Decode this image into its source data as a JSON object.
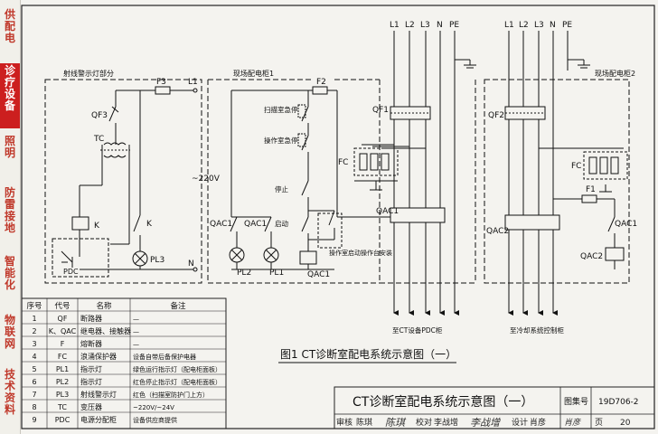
{
  "sidebar": {
    "categories": [
      {
        "label": "供配电",
        "active": false
      },
      {
        "label": "诊疗设备",
        "active": true
      },
      {
        "label": "照明",
        "active": false
      },
      {
        "label": "防雷接地",
        "active": false
      },
      {
        "label": "智能化",
        "active": false
      },
      {
        "label": "物联网",
        "active": false
      },
      {
        "label": "技术资料",
        "active": false
      }
    ]
  },
  "diagram": {
    "caption": "图1  CT诊断室配电系统示意图（一）",
    "sections": {
      "warning_lamp": "射线警示灯部分",
      "cabinet1": "现场配电柜1",
      "cabinet2": "现场配电柜2"
    },
    "labels": {
      "f3": "F3",
      "l1": "L1",
      "n_left": "N",
      "qf3": "QF3",
      "tc": "TC",
      "k_relay": "K",
      "k_contact": "K",
      "pdc_box": "PDC",
      "pl3": "PL3",
      "voltage": "~220V",
      "f2": "F2",
      "scan_stop": "扫描室急停",
      "op_stop": "操作室急停",
      "stop": "停止",
      "start": "启动",
      "qac1_a": "QAC1",
      "qac1_b": "QAC1",
      "qac1_coil": "QAC1",
      "pl2": "PL2",
      "pl1": "PL1",
      "ext_note": "操作室启动操作台安装",
      "bus1_l1": "L1",
      "bus1_l2": "L2",
      "bus1_l3": "L3",
      "bus1_n": "N",
      "bus1_pe": "PE",
      "bus2_l1": "L1",
      "bus2_l2": "L2",
      "bus2_l3": "L3",
      "bus2_n": "N",
      "bus2_pe": "PE",
      "qf1": "QF1",
      "fc1": "FC",
      "qac1_main": "QAC1",
      "out1": "至CT设备PDC柜",
      "qf2": "QF2",
      "fc2": "FC",
      "f1": "F1",
      "qac1_r": "QAC1",
      "qac2_main": "QAC2",
      "qac2_coil": "QAC2",
      "out2": "至冷却系统控制柜"
    }
  },
  "legend_table": {
    "headers": [
      "序号",
      "代号",
      "名称",
      "备注"
    ],
    "rows": [
      [
        "1",
        "QF",
        "断路器",
        "—"
      ],
      [
        "2",
        "K、QAC",
        "继电器、接触器",
        "—"
      ],
      [
        "3",
        "F",
        "熔断器",
        "—"
      ],
      [
        "4",
        "FC",
        "浪涌保护器",
        "设备自带后备保护电器"
      ],
      [
        "5",
        "PL1",
        "指示灯",
        "绿色运行指示灯（配电柜面板）"
      ],
      [
        "6",
        "PL2",
        "指示灯",
        "红色停止指示灯（配电柜面板）"
      ],
      [
        "7",
        "PL3",
        "射线警示灯",
        "红色（扫描室防护门上方）"
      ],
      [
        "8",
        "TC",
        "变压器",
        "~220V/~24V"
      ],
      [
        "9",
        "PDC",
        "电源分配柜",
        "设备供应商提供"
      ]
    ]
  },
  "title_block": {
    "title": "CT诊断室配电系统示意图（一）",
    "atlas_label": "图集号",
    "atlas_no": "19D706-2",
    "review_label": "审核",
    "reviewer": "陈琪",
    "reviewer_sig": "陈琪",
    "check_label": "校对",
    "checker": "李战增",
    "checker_sig": "李战增",
    "design_label": "设计",
    "designer": "肖彦",
    "designer_sig": "肖彦",
    "page_label": "页",
    "page_no": "20"
  }
}
